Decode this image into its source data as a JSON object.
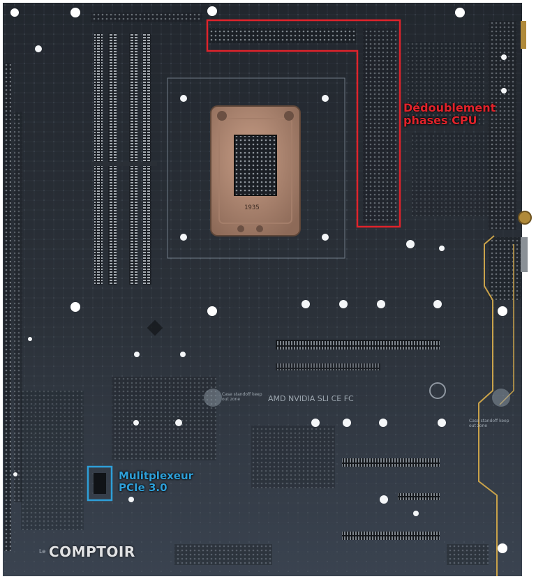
{
  "annotations": {
    "cpu_phase_label": [
      "Dédoublement",
      "phases CPU"
    ],
    "pcie_mux_label": [
      "Mulitplexeur",
      "PCIe 3.0"
    ],
    "cpu_phase_color": "#e0232b",
    "pcie_mux_color": "#2e9fd8"
  },
  "board": {
    "socket_marking": "1935",
    "cert_logos": "AMD   NVIDIA   SLI   CE   FC",
    "standoff_note_left": "Case standoff keep out zone",
    "standoff_note_right": "Case standoff keep out zone",
    "pcb_color": "#2a3038"
  },
  "watermark": {
    "brand": "COMPTOIR",
    "prefix": "Le"
  }
}
